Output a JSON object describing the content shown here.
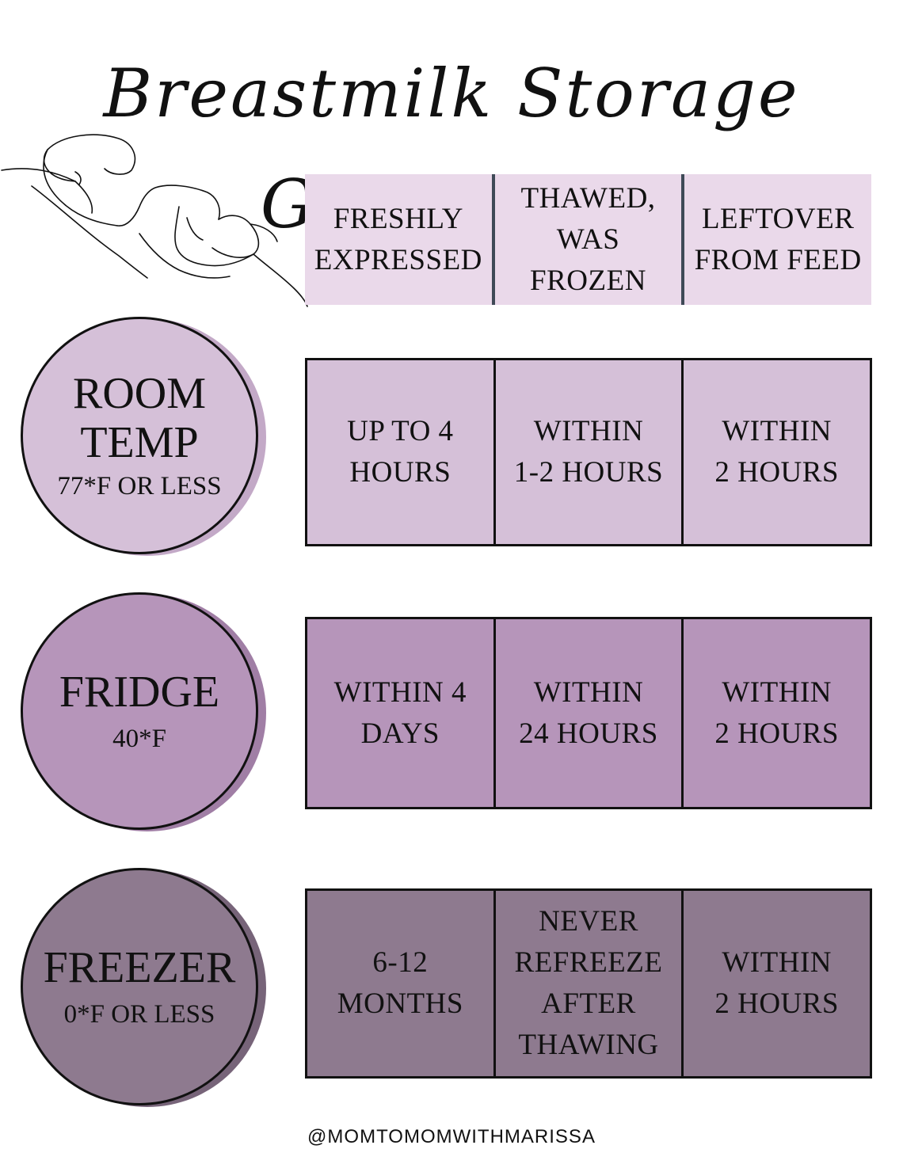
{
  "title": "Breastmilk Storage Guidelines",
  "colors": {
    "header_bg": "#ead9ea",
    "room_temp": "#d5c0d8",
    "fridge": "#b695ba",
    "freezer": "#8e7a8f",
    "divider": "#3f4a57"
  },
  "columns": [
    "FRESHLY\nEXPRESSED",
    "THAWED,\nWAS\nFROZEN",
    "LEFTOVER\nFROM FEED"
  ],
  "rows": [
    {
      "name": "ROOM\nTEMP",
      "temp": "77*F OR LESS",
      "cells": [
        "UP TO 4\nHOURS",
        "WITHIN\n1-2 HOURS",
        "WITHIN\n2 HOURS"
      ]
    },
    {
      "name": "FRIDGE",
      "temp": "40*F",
      "cells": [
        "WITHIN 4\nDAYS",
        "WITHIN\n24 HOURS",
        "WITHIN\n2 HOURS"
      ]
    },
    {
      "name": "FREEZER",
      "temp": "0*F OR LESS",
      "cells": [
        "6-12\nMONTHS",
        "NEVER\nREFREEZE\nAFTER\nTHAWING",
        "WITHIN\n2 HOURS"
      ]
    }
  ],
  "footer": "@MOMTOMOMWITHMARISSA"
}
